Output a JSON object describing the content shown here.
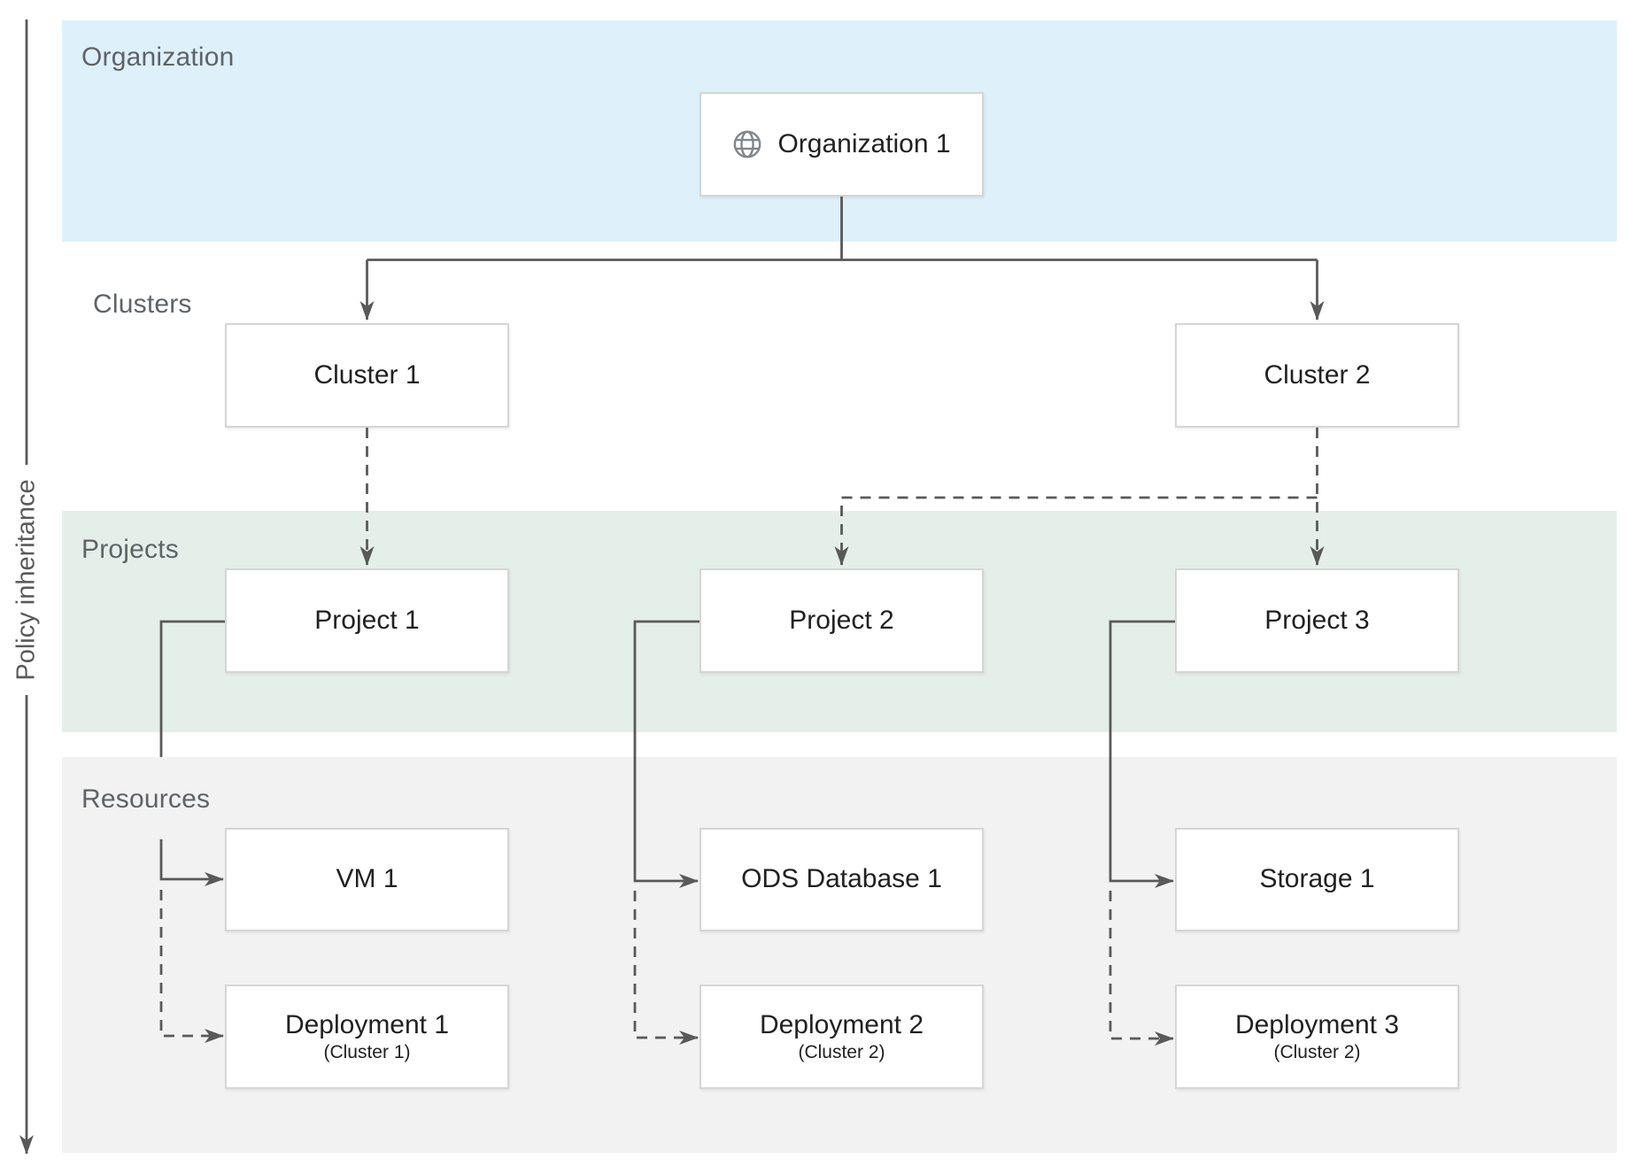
{
  "diagram": {
    "policy_arrow_label": "Policy inheritance",
    "bands": {
      "organization": {
        "label": "Organization",
        "color": "#def0fa"
      },
      "clusters": {
        "label": "Clusters"
      },
      "projects": {
        "label": "Projects",
        "color": "#e4efe9"
      },
      "resources": {
        "label": "Resources",
        "color": "#f2f2f2"
      }
    },
    "nodes": {
      "organization1": {
        "label": "Organization 1",
        "icon": "globe-icon"
      },
      "cluster1": {
        "label": "Cluster 1"
      },
      "cluster2": {
        "label": "Cluster 2"
      },
      "project1": {
        "label": "Project 1"
      },
      "project2": {
        "label": "Project 2"
      },
      "project3": {
        "label": "Project 3"
      },
      "vm1": {
        "label": "VM 1"
      },
      "ods_database1": {
        "label": "ODS Database 1"
      },
      "storage1": {
        "label": "Storage 1"
      },
      "deployment1": {
        "label": "Deployment 1",
        "sublabel": "(Cluster 1)"
      },
      "deployment2": {
        "label": "Deployment 2",
        "sublabel": "(Cluster 2)"
      },
      "deployment3": {
        "label": "Deployment 3",
        "sublabel": "(Cluster 2)"
      }
    },
    "colors": {
      "connector_line": "#595959",
      "band_blue": "#def0fa",
      "band_green": "#e4efe9",
      "band_gray": "#f2f2f2",
      "box_border": "#d5d5d5",
      "band_label_gray": "#5f6368",
      "node_text": "#212121",
      "globe_icon_gray": "#80868b"
    }
  }
}
